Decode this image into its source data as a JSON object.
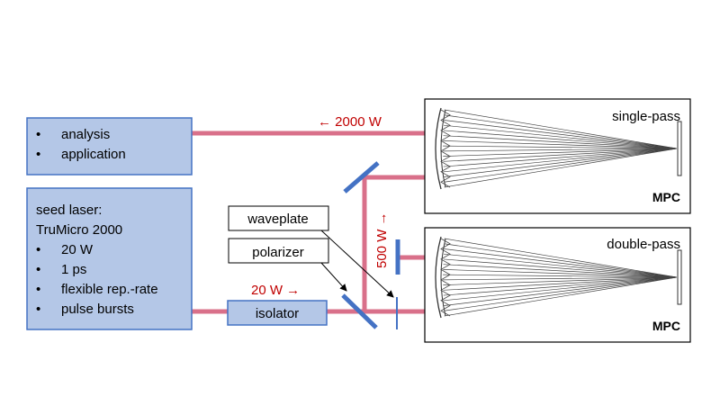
{
  "top_box": {
    "items": [
      "analysis",
      "application"
    ]
  },
  "seed_box": {
    "title_line1": "seed laser:",
    "title_line2": "TruMicro 2000",
    "items": [
      "20 W",
      "1 ps",
      "flexible rep.-rate",
      "pulse bursts"
    ]
  },
  "bullet_glyph": "•",
  "labels": {
    "waveplate": "waveplate",
    "polarizer": "polarizer",
    "isolator": "isolator"
  },
  "powers": {
    "out": "← 2000 W",
    "in": "20 W →",
    "mid": "500 W →"
  },
  "mpc_top": {
    "title": "single-pass",
    "tag": "MPC"
  },
  "mpc_bottom": {
    "title": "double-pass",
    "tag": "MPC"
  },
  "colors": {
    "beam": "#d9708a",
    "box_fill": "#b4c7e7",
    "box_stroke": "#4472c4",
    "optic": "#4472c4",
    "power_text": "#c00000"
  }
}
